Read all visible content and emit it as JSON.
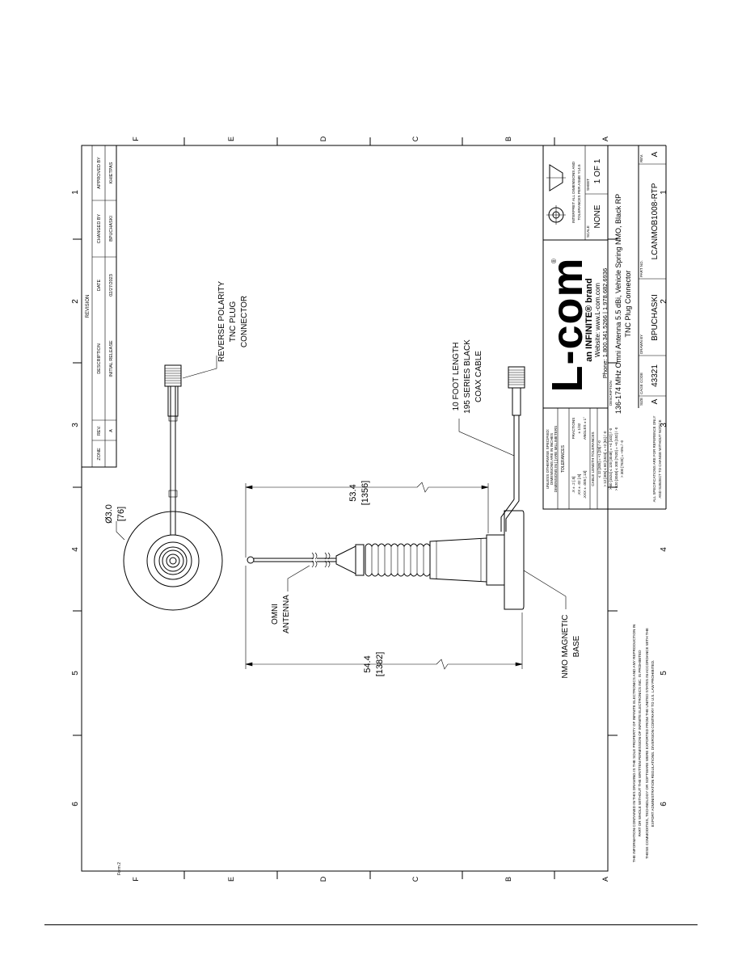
{
  "zones": {
    "numbers_top": [
      "1",
      "2",
      "3",
      "4",
      "5",
      "6"
    ],
    "numbers_bottom": [
      "1",
      "2",
      "3",
      "4",
      "5",
      "6"
    ],
    "letters_right": [
      "F",
      "E",
      "D",
      "C",
      "B",
      "A"
    ],
    "letters_left": [
      "F",
      "E",
      "D",
      "C",
      "B",
      "A"
    ]
  },
  "revision_block": {
    "title": "REVISION",
    "headers": [
      "ZONE",
      "REV.",
      "DESCRIPTION",
      "DATE",
      "CHANGED BY",
      "APPROVED BY"
    ],
    "rows": [
      {
        "zone": "",
        "rev": "A",
        "description": "INITIAL RELEASE",
        "date": "02/27/2023",
        "changed_by": "BPUCHASKI",
        "approved_by": "KHIETPAS"
      }
    ]
  },
  "callouts": {
    "diameter_main": "Ø3.0",
    "diameter_mm": "[76]",
    "tnc_line1": "REVERSE POLARITY",
    "tnc_line2": "TNC PLUG",
    "tnc_line3": "CONNECTOR",
    "cable_line1": "10 FOOT LENGTH",
    "cable_line2": "195 SERIES BLACK",
    "cable_line3": "COAX CABLE",
    "omni_line1": "OMNI",
    "omni_line2": "ANTENNA",
    "base_line1": "NMO MAGNETIC",
    "base_line2": "BASE"
  },
  "dimensions": {
    "upper_value": "53.4",
    "upper_mm": "[1356]",
    "lower_value": "54.4",
    "lower_mm": "[1382]"
  },
  "tolerances": {
    "l1": "UNLESS OTHERWISE SPECIFIED:",
    "l2": "DIMENSIONS ARE IN INCHES",
    "l3": "DIMENSIONS IN [ ] ARE MILLIMETERS",
    "title": "TOLERANCES",
    "t1": ".X ± .2     [.5]",
    "t2": ".XX ± .02    [.5]",
    "t3": ".XXX ± .005  [.13]",
    "fractions_title": "FRACTIONS",
    "fractions_val": "± 1/32",
    "angles": "ANGLES ± 1°",
    "cable_length_title": "CABLE LENGTH TOLERANCES",
    "c1": "≤ 12 [305] = +1 [25] / -0",
    "c2": "> 12 [305] ≤ 60 [1524] = +2 [51] / -0",
    "c3": "> 60 [1524] ≤ 120 [3048] = +4 [102] / -0",
    "c4": "> 120 [3048] ≤ 300 [7620] = +6 [152] / -0",
    "c5": "> 300 [7620] = +5% / -0",
    "note1": "ALL SPECIFICATIONS ARE FOR REFERENCE ONLY",
    "note2": "AND SUBJECT TO CHANGE WITHOUT NOTICE"
  },
  "brand": {
    "logo": "L-com",
    "registered": "®",
    "sub": "an INFINITE® brand",
    "website": "Website: www.L-com.com",
    "phone": "Phone: 1.800.341.5266 | 1.978.682.6936"
  },
  "projection": {
    "l1": "INTERPRET ALL DIMENSIONS AND",
    "l2": "TOLERANCES PER ASME Y14.5"
  },
  "scale": {
    "label": "SCALE",
    "value": "NONE"
  },
  "sheet": {
    "label": "SHEET",
    "value": "1 OF 1"
  },
  "description": {
    "label": "DESCRIPTION",
    "line1": "136-174 MHz Omni Antenna 5.5 dBi, Vehicle Spring NMO, Black RP",
    "line2": "TNC Plug Connector"
  },
  "title_row": {
    "size_label": "SIZE",
    "size": "A",
    "cage_label": "CAGE CODE",
    "cage": "43321",
    "drawn_label": "DRAWN BY",
    "drawn": "BPUCHASKI",
    "part_label": "PART NO.",
    "part": "LCANMOB1008-RTP",
    "rev_label": "REV.",
    "rev": "A"
  },
  "proprietary": {
    "l1": "THE INFORMATION CONTAINED IN THIS DRAWING IS THE SOLE PROPERTY OF INFINITE ELECTRONICS AND ANY REPRODUCTION IN",
    "l2": "PART OR WHOLE WITHOUT THE WRITTEN PERMISSION OF INFINITE ELECTRONICS INC. IS PROHIBITED",
    "l3": "THESE COMMODITIES, TECHNOLOGY OR SOFTWARE WERE EXPORTED FROM THE UNITED STATES IN ACCORDANCE WITH THE",
    "l4": "EXPORT ADMINISTRATION REGULATIONS. DIVERSION CONTRARY TO U.S. LAW PROHIBITED."
  },
  "form": "Form 2"
}
